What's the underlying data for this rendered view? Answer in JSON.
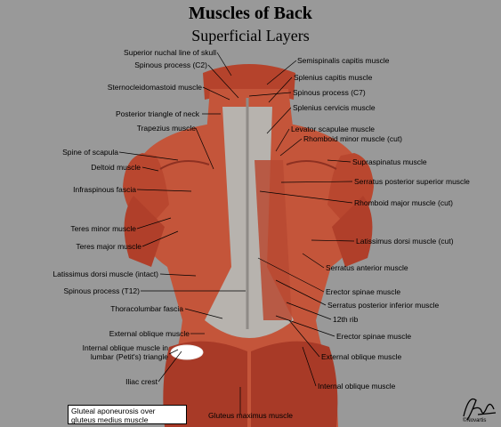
{
  "title": "Muscles of Back",
  "subtitle": "Superficial Layers",
  "labels_left": [
    {
      "text": "Superior nuchal line of skull"
    },
    {
      "text": "Spinous process (C2)"
    },
    {
      "text": "Sternocleidomastoid muscle"
    },
    {
      "text": "Posterior triangle of neck"
    },
    {
      "text": "Trapezius muscle"
    },
    {
      "text": "Spine of scapula"
    },
    {
      "text": "Deltoid muscle"
    },
    {
      "text": "Infraspinous fascia"
    },
    {
      "text": "Teres minor muscle"
    },
    {
      "text": "Teres major muscle"
    },
    {
      "text": "Latissimus dorsi muscle (intact)"
    },
    {
      "text": "Spinous process (T12)"
    },
    {
      "text": "Thoracolumbar fascia"
    },
    {
      "text": "External oblique muscle"
    },
    {
      "text": "Internal oblique muscle in"
    },
    {
      "text": "lumbar (Petit's) triangle"
    },
    {
      "text": "Iliac crest"
    }
  ],
  "labels_right": [
    {
      "text": "Semispinalis capitis muscle"
    },
    {
      "text": "Splenius capitis muscle"
    },
    {
      "text": "Spinous process (C7)"
    },
    {
      "text": "Splenius cervicis muscle"
    },
    {
      "text": "Levator scapulae muscle"
    },
    {
      "text": "Rhomboid minor muscle (cut)"
    },
    {
      "text": "Supraspinatus muscle"
    },
    {
      "text": "Serratus posterior superior muscle"
    },
    {
      "text": "Rhomboid major muscle (cut)"
    },
    {
      "text": "Latissimus dorsi muscle (cut)"
    },
    {
      "text": "Serratus anterior muscle"
    },
    {
      "text": "Erector spinae muscle"
    },
    {
      "text": "Serratus posterior inferior muscle"
    },
    {
      "text": "12th rib"
    },
    {
      "text": "Erector spinae muscle"
    },
    {
      "text": "External oblique muscle"
    },
    {
      "text": "Internal oblique muscle"
    }
  ],
  "label_bottom": "Gluteus maximus muscle",
  "gluteal_box": {
    "line1": "Gluteal aponeurosis over",
    "line2": "gluteus medius muscle"
  },
  "signature": "©Novartis",
  "colors": {
    "background": "#999999",
    "muscle": "#c4553a",
    "muscle_dark": "#8e3122",
    "fascia": "#b7b3ae",
    "leader": "#ffffff"
  }
}
